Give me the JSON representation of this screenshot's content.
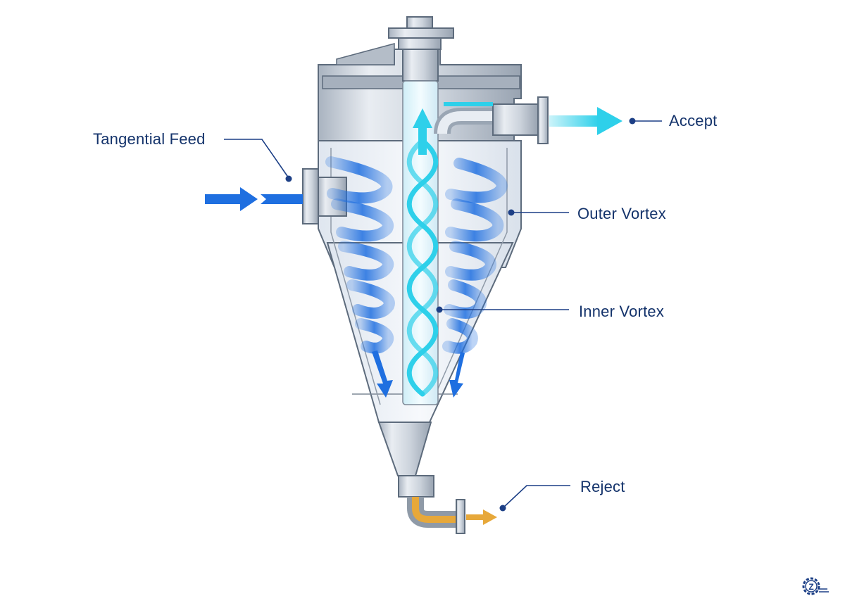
{
  "labels": {
    "tangential_feed": "Tangential Feed",
    "accept": "Accept",
    "outer_vortex": "Outer Vortex",
    "inner_vortex": "Inner Vortex",
    "reject": "Reject"
  },
  "logo": {
    "text": "Z"
  },
  "colors": {
    "label_text": "#14336b",
    "leader_line": "#1c3f86",
    "outer_vortex": "#1f6fe0",
    "inner_vortex": "#2ed0ea",
    "reject_flow": "#e7a83a",
    "steel": "#c7ced8"
  },
  "icons": [
    "logo-gear-icon"
  ]
}
